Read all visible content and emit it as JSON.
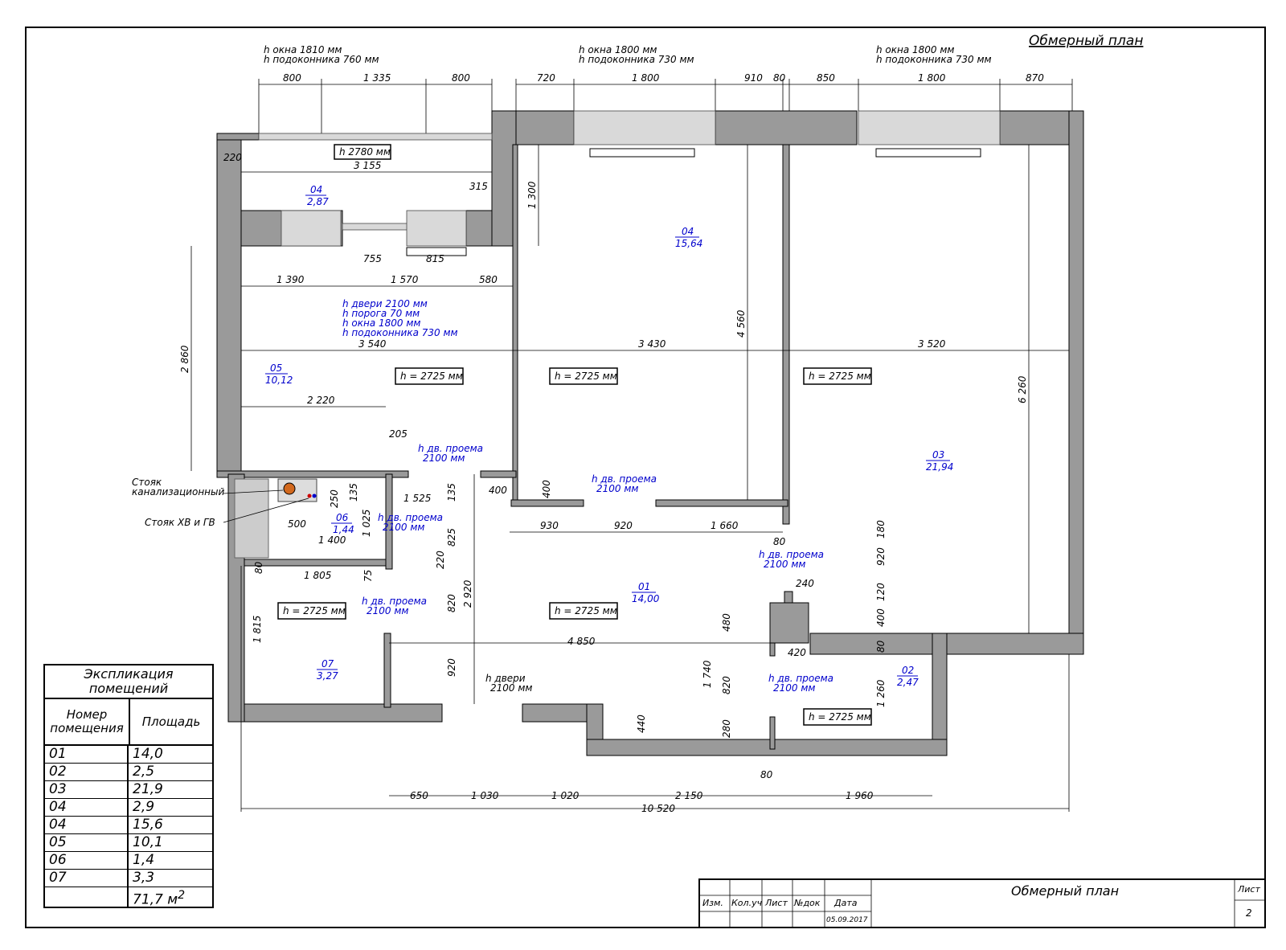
{
  "plan": {
    "title_top": "Обмерный план",
    "window_notes": [
      {
        "h_window": "h окна 1810 мм",
        "h_sill": "h подоконника 760 мм"
      },
      {
        "h_window": "h окна 1800 мм",
        "h_sill": "h подоконника 730 мм"
      },
      {
        "h_window": "h окна 1800 мм",
        "h_sill": "h подоконника 730 мм"
      }
    ],
    "rooms": [
      {
        "id": "04",
        "area": "2,87"
      },
      {
        "id": "04",
        "area": "15,64"
      },
      {
        "id": "05",
        "area": "10,12"
      },
      {
        "id": "03",
        "area": "21,94"
      },
      {
        "id": "06",
        "area": "1,44"
      },
      {
        "id": "01",
        "area": "14,00"
      },
      {
        "id": "07",
        "area": "3,27"
      },
      {
        "id": "02",
        "area": "2,47"
      }
    ],
    "heights": {
      "balcony": "h 2780 мм",
      "room": "h = 2725 мм"
    },
    "door_notes": {
      "kitchen_lines": [
        "h двери 2100 мм",
        "h порога 70 мм",
        "h окна 1800 мм",
        "h подоконника 730 мм"
      ],
      "opening_label": "h дв. проема",
      "opening_value": "2100 мм",
      "entry_label": "h двери",
      "entry_value": "2100 мм"
    },
    "riser_labels": {
      "sewer_1": "Стояк",
      "sewer_2": "канализационный",
      "water": "Стояк ХВ и ГВ"
    },
    "dims": {
      "top_left": [
        "800",
        "1 335",
        "800"
      ],
      "top_mid": [
        "720",
        "1 800",
        "910",
        "80"
      ],
      "top_right": [
        "850",
        "1 800",
        "870"
      ],
      "balcony": [
        "220",
        "3 155",
        "315",
        "1 300",
        "755",
        "815"
      ],
      "kitchen": [
        "1 390",
        "1 570",
        "580",
        "3 540",
        "2 860",
        "2 220",
        "205"
      ],
      "rooms": [
        "3 430",
        "3 520",
        "4 560",
        "6 260"
      ],
      "hall": [
        "250",
        "135",
        "1 525",
        "135",
        "400",
        "400",
        "930",
        "920",
        "1 660",
        "80",
        "920",
        "180"
      ],
      "bath": [
        "500",
        "1 025",
        "1 400",
        "825",
        "220",
        "75",
        "80",
        "1 805",
        "820",
        "2 920",
        "1 815"
      ],
      "corridor": [
        "240",
        "120",
        "400",
        "480",
        "4 850",
        "420",
        "80",
        "1 740",
        "820",
        "920",
        "1 260",
        "280",
        "440"
      ],
      "bottom": [
        "650",
        "1 030",
        "1 020",
        "2 150",
        "1 960",
        "80",
        "10 520"
      ]
    }
  },
  "explication": {
    "title_1": "Экспликация",
    "title_2": "помещений",
    "col_num_1": "Номер",
    "col_num_2": "помещения",
    "col_area": "Площадь",
    "rows": [
      {
        "num": "01",
        "area": "14,0"
      },
      {
        "num": "02",
        "area": "2,5"
      },
      {
        "num": "03",
        "area": "21,9"
      },
      {
        "num": "04",
        "area": "2,9"
      },
      {
        "num": "04",
        "area": "15,6"
      },
      {
        "num": "05",
        "area": "10,1"
      },
      {
        "num": "06",
        "area": "1,4"
      },
      {
        "num": "07",
        "area": "3,3"
      }
    ],
    "total": "71,7 м",
    "total_sup": "2"
  },
  "stamp": {
    "cols": [
      "Изм.",
      "Кол.уч",
      "Лист",
      "№док",
      "Дата"
    ],
    "date": "05.09.2017",
    "title": "Обмерный план",
    "sheet_label": "Лист",
    "sheet_no": "2"
  },
  "colors": {
    "wall": "#9a9a9a",
    "annotation": "#0000cc",
    "dim": "#000000",
    "window": "#d9d9d9",
    "riser": "#d2691e"
  }
}
